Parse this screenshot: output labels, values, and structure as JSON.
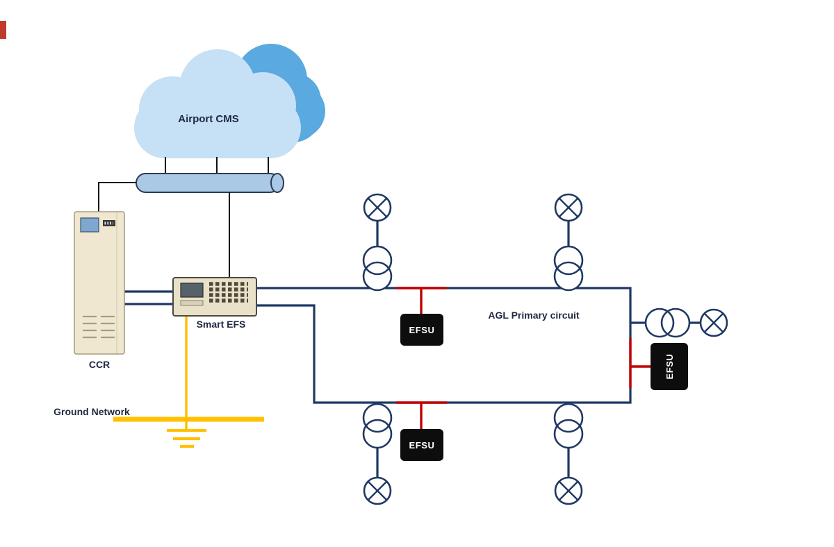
{
  "labels": {
    "airport_cms": "Airport CMS",
    "ccr": "CCR",
    "smart_efs": "Smart EFS",
    "ground_network": "Ground Network",
    "agl_primary_circuit": "AGL Primary circuit",
    "efsu_top": "EFSU",
    "efsu_bottom": "EFSU",
    "efsu_right": "EFSU"
  },
  "colors": {
    "navy": "#1f3864",
    "red": "#c00000",
    "gold": "#ffc000",
    "line-black": "#111111",
    "cloud-light": "#c6e0f5",
    "cloud-dark": "#5aa9e0",
    "cylinder-fill": "#a9c9e5",
    "cylinder-stroke": "#2b3a55",
    "cabinet-fill": "#efe7cf",
    "cabinet-border": "#a79d82",
    "efs-fill": "#e9e1c8",
    "efs-border": "#4a4a45",
    "screen-blue": "#7ea8d0",
    "box-black": "#0d0d0d",
    "label-dark": "#1f2840",
    "corner-red": "#c0392b"
  }
}
